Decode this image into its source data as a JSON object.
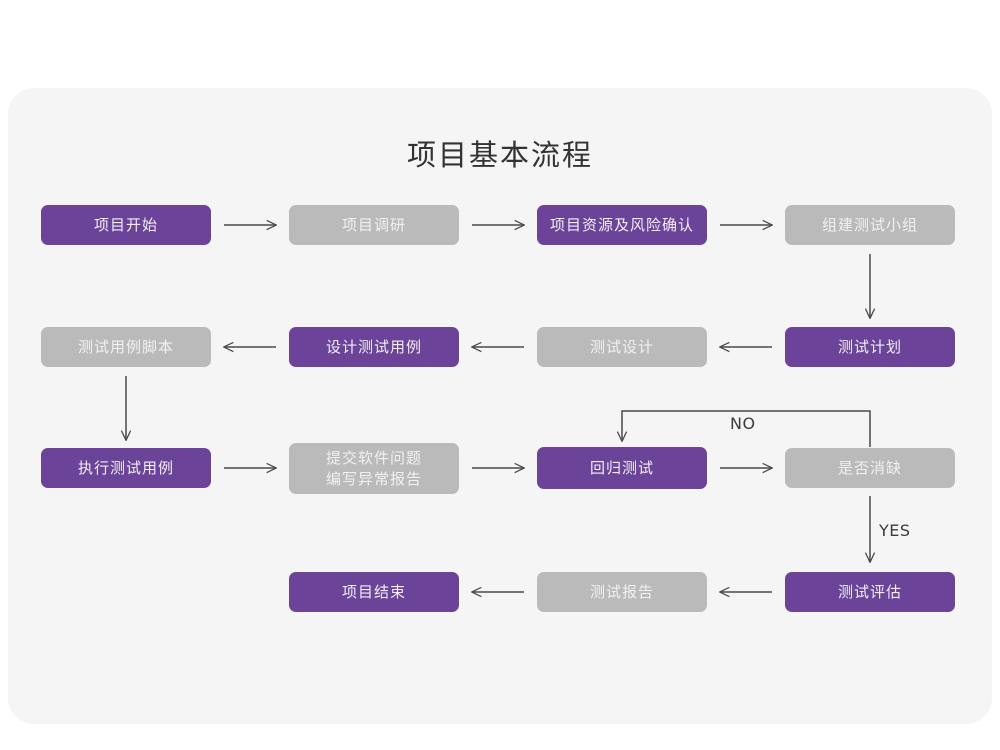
{
  "page": {
    "title": "项目基本流程",
    "background_color": "#ffffff",
    "card_color": "#f5f5f5"
  },
  "theme": {
    "purple": "#6b4399",
    "gray": "#bababa",
    "purple_text": "#f2eef7",
    "gray_text": "#f1f1f1",
    "arrow_color": "#4a4a4a",
    "title_color": "#333333"
  },
  "chart_data": {
    "type": "diagram",
    "title": "项目基本流程",
    "nodes": [
      {
        "id": "n01",
        "label": "项目开始",
        "style": "purple",
        "row": 1,
        "col": 1
      },
      {
        "id": "n02",
        "label": "项目调研",
        "style": "gray",
        "row": 1,
        "col": 2
      },
      {
        "id": "n03",
        "label": "项目资源及风险确认",
        "style": "purple",
        "row": 1,
        "col": 3
      },
      {
        "id": "n04",
        "label": "组建测试小组",
        "style": "gray",
        "row": 1,
        "col": 4
      },
      {
        "id": "n05",
        "label": "测试计划",
        "style": "purple",
        "row": 2,
        "col": 4
      },
      {
        "id": "n06",
        "label": "测试设计",
        "style": "gray",
        "row": 2,
        "col": 3
      },
      {
        "id": "n07",
        "label": "设计测试用例",
        "style": "purple",
        "row": 2,
        "col": 2
      },
      {
        "id": "n08",
        "label": "测试用例脚本",
        "style": "gray",
        "row": 2,
        "col": 1
      },
      {
        "id": "n09",
        "label": "执行测试用例",
        "style": "purple",
        "row": 3,
        "col": 1
      },
      {
        "id": "n10",
        "label": "提交软件问题\n编写异常报告",
        "style": "gray",
        "row": 3,
        "col": 2
      },
      {
        "id": "n11",
        "label": "回归测试",
        "style": "purple",
        "row": 3,
        "col": 3
      },
      {
        "id": "n12",
        "label": "是否消缺",
        "style": "gray",
        "row": 3,
        "col": 4
      },
      {
        "id": "n13",
        "label": "测试评估",
        "style": "purple",
        "row": 4,
        "col": 4
      },
      {
        "id": "n14",
        "label": "测试报告",
        "style": "gray",
        "row": 4,
        "col": 3
      },
      {
        "id": "n15",
        "label": "项目结束",
        "style": "purple",
        "row": 4,
        "col": 2
      }
    ],
    "edges": [
      {
        "from": "n01",
        "to": "n02",
        "label": "",
        "direction": "right"
      },
      {
        "from": "n02",
        "to": "n03",
        "label": "",
        "direction": "right"
      },
      {
        "from": "n03",
        "to": "n04",
        "label": "",
        "direction": "right"
      },
      {
        "from": "n04",
        "to": "n05",
        "label": "",
        "direction": "down"
      },
      {
        "from": "n05",
        "to": "n06",
        "label": "",
        "direction": "left"
      },
      {
        "from": "n06",
        "to": "n07",
        "label": "",
        "direction": "left"
      },
      {
        "from": "n07",
        "to": "n08",
        "label": "",
        "direction": "left"
      },
      {
        "from": "n08",
        "to": "n09",
        "label": "",
        "direction": "down"
      },
      {
        "from": "n09",
        "to": "n10",
        "label": "",
        "direction": "right"
      },
      {
        "from": "n10",
        "to": "n11",
        "label": "",
        "direction": "right"
      },
      {
        "from": "n11",
        "to": "n12",
        "label": "",
        "direction": "right"
      },
      {
        "from": "n12",
        "to": "n11",
        "label": "NO",
        "direction": "loop-up-left"
      },
      {
        "from": "n12",
        "to": "n13",
        "label": "YES",
        "direction": "down"
      },
      {
        "from": "n13",
        "to": "n14",
        "label": "",
        "direction": "left"
      },
      {
        "from": "n14",
        "to": "n15",
        "label": "",
        "direction": "left"
      }
    ],
    "edge_labels": [
      "NO",
      "YES"
    ]
  },
  "labels": {
    "no": "NO",
    "yes": "YES"
  }
}
